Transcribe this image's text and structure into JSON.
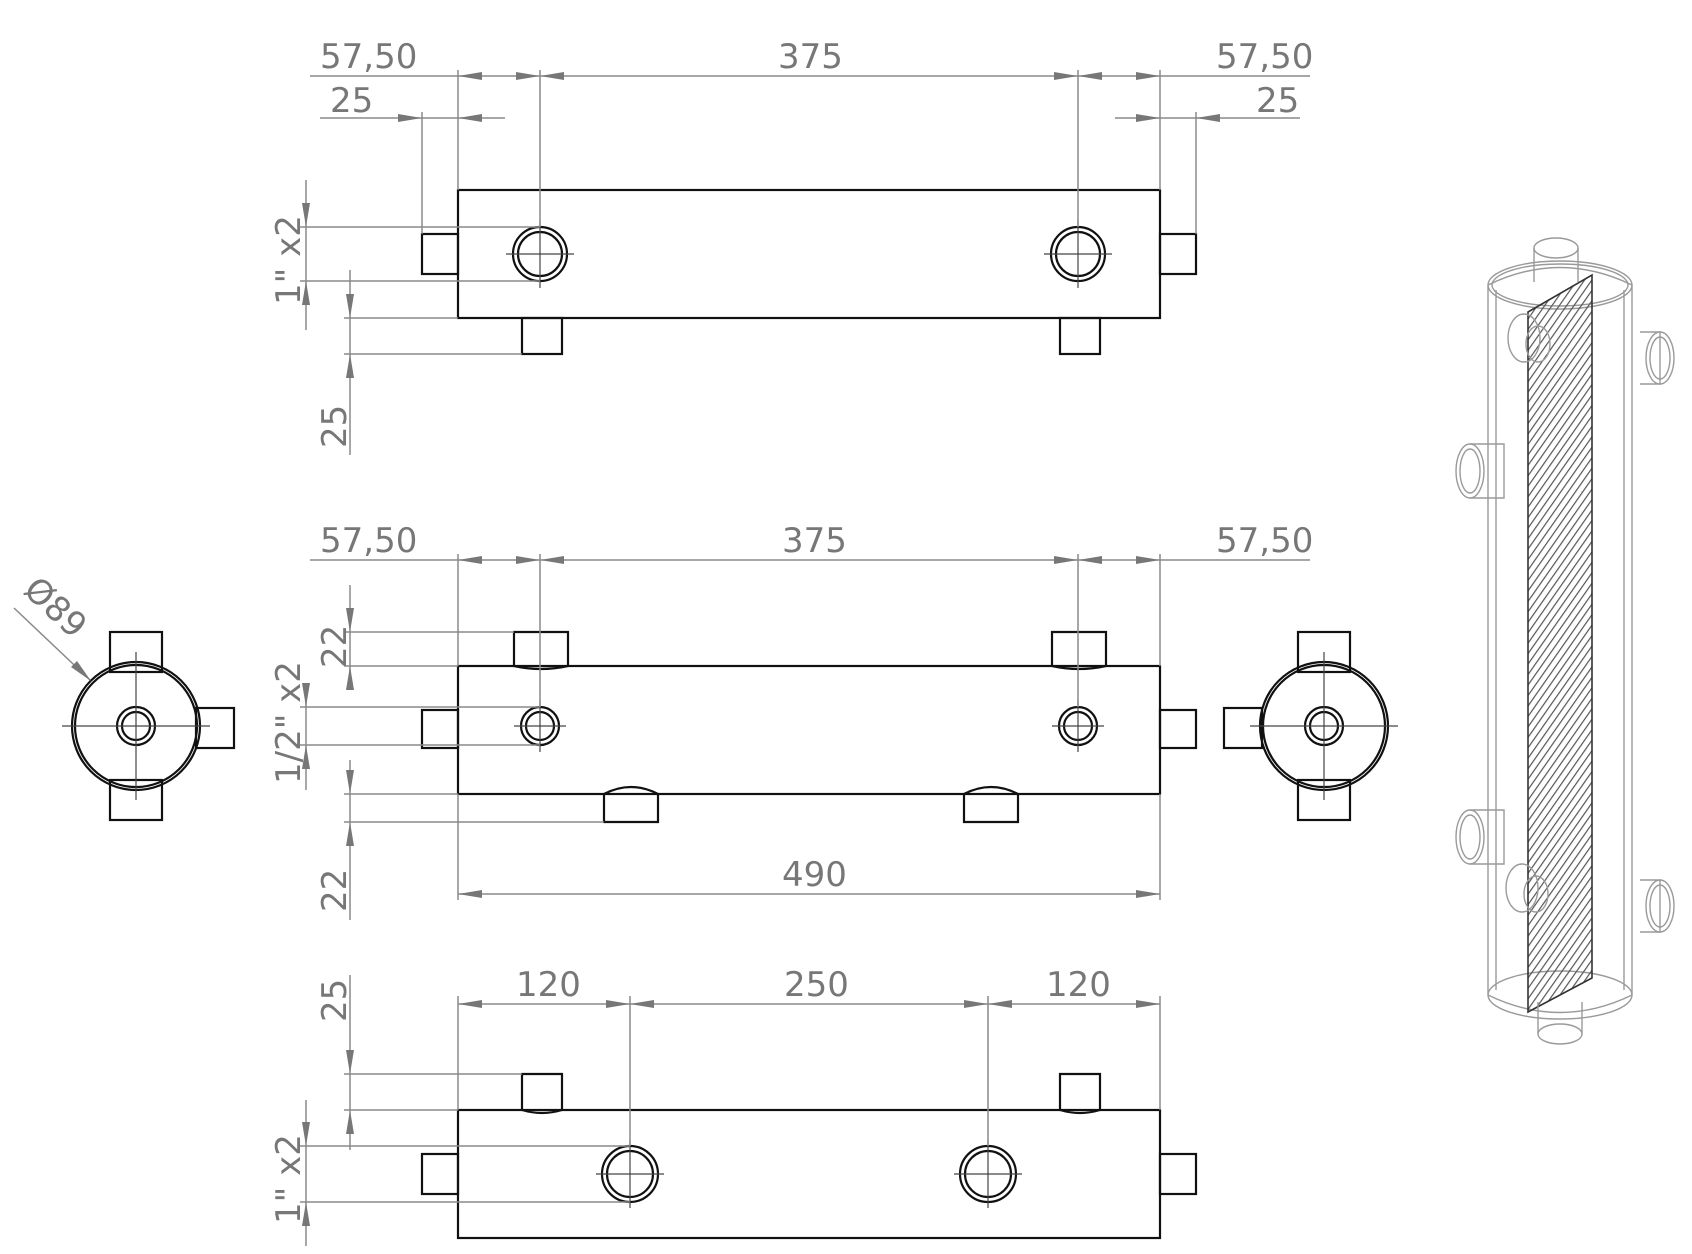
{
  "colors": {
    "outline": "#111111",
    "dimension": "#777777",
    "iso": "#9a9a9a"
  },
  "top_view": {
    "dim_left_offset": "57,50",
    "dim_center": "375",
    "dim_right_offset": "57,50",
    "dim_left_stub": "25",
    "dim_right_stub": "25",
    "dim_port": "1\" x2",
    "dim_bottom_stub": "25"
  },
  "middle_view": {
    "dim_left_offset": "57,50",
    "dim_center": "375",
    "dim_right_offset": "57,50",
    "dim_top_stub": "22",
    "dim_port": "1/2\" x2",
    "dim_bottom_stub": "22",
    "dim_length": "490"
  },
  "bottom_view": {
    "dim_left": "120",
    "dim_center": "250",
    "dim_right": "120",
    "dim_top_stub": "25",
    "dim_port": "1\" x2"
  },
  "end_view": {
    "diameter": "Ø89"
  }
}
